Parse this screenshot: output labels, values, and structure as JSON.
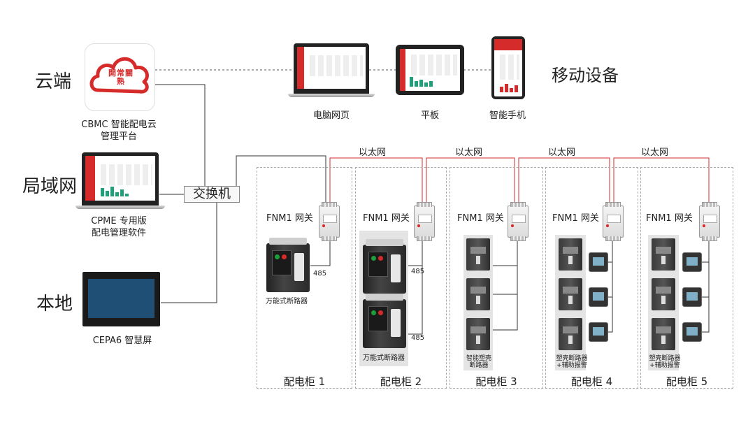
{
  "levels": {
    "cloud": "云端",
    "lan": "局域网",
    "local": "本地"
  },
  "cloud_platform": {
    "logo_text": "開常關熟",
    "label_line1": "CBMC 智能配电云",
    "label_line2": "管理平台"
  },
  "cpme": {
    "label_line1": "CPME 专用版",
    "label_line2": "配电管理软件"
  },
  "cepa": {
    "label": "CEPA6 智慧屏"
  },
  "switch": {
    "label": "交换机"
  },
  "mobile": {
    "title": "移动设备",
    "pc_label": "电脑网页",
    "tablet_label": "平板",
    "phone_label": "智能手机"
  },
  "ethernet_label": "以太网",
  "gateway_label": "FNM1 网关",
  "rs485": "485",
  "cabinets": [
    {
      "name": "配电柜 1",
      "device_label": "万能式断路器"
    },
    {
      "name": "配电柜 2",
      "device_label": "万能式断路器"
    },
    {
      "name": "配电柜 3",
      "device_label_1": "智能塑壳",
      "device_label_2": "断路器"
    },
    {
      "name": "配电柜 4",
      "device_label_1": "塑壳断路器",
      "device_label_2": "+辅助报警"
    },
    {
      "name": "配电柜 5",
      "device_label_1": "塑壳断路器",
      "device_label_2": "+辅助报警"
    }
  ],
  "colors": {
    "ethernet": "#d62b2b",
    "wire": "#333333",
    "brand": "#d62b2b",
    "screen": "#1f4f74"
  },
  "icons": [
    "cloud-logo-icon",
    "laptop-icon",
    "tablet-icon",
    "smartphone-icon",
    "gateway-icon",
    "air-circuit-breaker-icon",
    "molded-case-breaker-icon",
    "power-meter-icon",
    "touch-screen-icon"
  ]
}
